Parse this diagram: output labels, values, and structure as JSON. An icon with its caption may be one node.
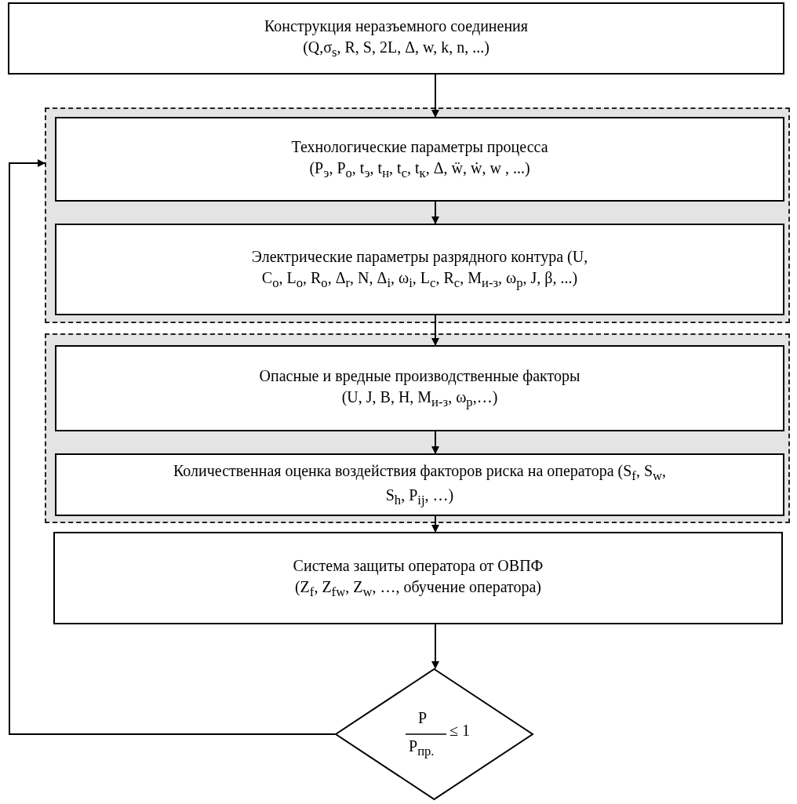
{
  "diagram": {
    "nodes": [
      {
        "text": [
          "Конструкция неразъемного соединения",
          "(Q,σ$_{s}$, R, S, 2L, Δ, w, k, n, ...)"
        ]
      },
      {
        "text": [],
        "shape": "box"
      },
      {
        "text": [
          "Технологические параметры процесса",
          "(P$_{э}$, P$_{о}$, t$_{э}$, t$_{н}$,  t$_{с}$, t$_{к}$, Δ,  ẅ, ẇ, w , ...)"
        ],
        "in": 1
      },
      {
        "text": [
          "Электрические параметры разрядного контура (U, C$_{о}$, L$_{о}$, R$_{о}$, Δ$_{r}$, N, Δ$_{i}$, ω$_{i}$, L$_{c}$, R$_{c}$,  M$_{и-з}$, ω$_{р}$, J, β, ...)"
        ],
        "in": 1
      },
      {
        "text": [],
        "shape": "box"
      },
      {
        "text": [
          "Опасные и вредные производственные факторы",
          "(U, J, B, H, M$_{и-з}$, ω$_{р}$,…)"
        ],
        "in": 4
      },
      {
        "text": [
          "Количественная оценка воздействия факторов риска на оператора (S$_{f}$, S$_{w}$, S$_{h}$, P$_{ij}$, …)"
        ],
        "in": 4
      },
      {
        "text": [
          "Система защиты оператора от ОВПФ",
          "(Z$_{f}$, Z$_{fw}$, Z$_{w}$, …, обучение оператора)"
        ]
      },
      {
        "text": [
          "P",
          "P$_{пр.}$",
          "≤ 1"
        ]
      }
    ],
    "edges": [
      {
        "from": 0,
        "to": 2,
        "arrow": "to"
      },
      {
        "from": 2,
        "to": 3,
        "arrow": "to"
      },
      {
        "from": 3,
        "to": 5,
        "arrow": "to"
      },
      {
        "from": 5,
        "to": 6,
        "arrow": "to"
      },
      {
        "from": 6,
        "to": 7,
        "arrow": "to"
      },
      {
        "from": 7,
        "to": 8,
        "arrow": "to"
      },
      {
        "from": 8,
        "to": 1,
        "arrow": "to"
      }
    ]
  }
}
